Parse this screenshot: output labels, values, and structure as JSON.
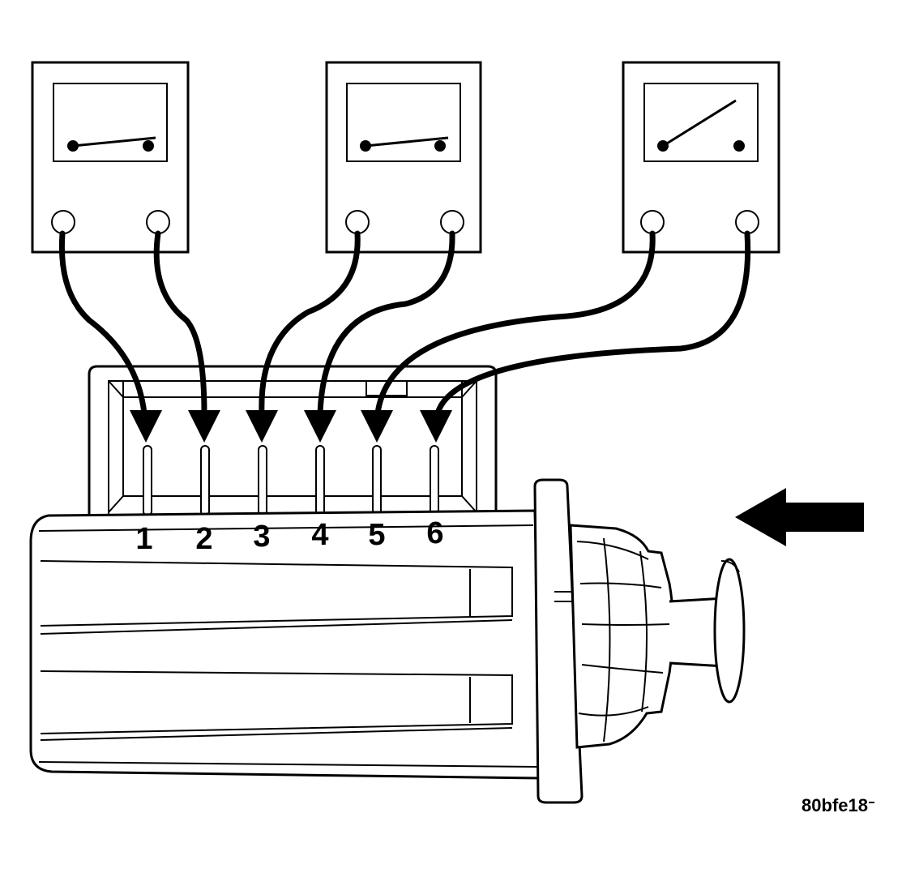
{
  "figure": {
    "id_label": "80bfe18",
    "pins": [
      "1",
      "2",
      "3",
      "4",
      "5",
      "6"
    ],
    "meters": [
      {
        "name": "meter-1",
        "switch_state": "closed",
        "leads_to_pins": [
          "1",
          "2"
        ]
      },
      {
        "name": "meter-2",
        "switch_state": "closed",
        "leads_to_pins": [
          "3",
          "4"
        ]
      },
      {
        "name": "meter-3",
        "switch_state": "open",
        "leads_to_pins": [
          "5",
          "6"
        ]
      }
    ],
    "direction_arrow": "left"
  },
  "colors": {
    "ink": "#000000",
    "paper": "#ffffff"
  }
}
